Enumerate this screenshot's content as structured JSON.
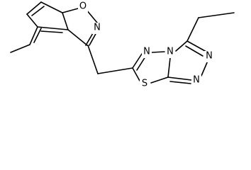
{
  "molecule": {
    "atoms": [
      {
        "id": "N1",
        "symbol": "N"
      },
      {
        "id": "O1",
        "symbol": "O"
      },
      {
        "id": "N2",
        "symbol": "N"
      },
      {
        "id": "N3",
        "symbol": "N"
      },
      {
        "id": "N4",
        "symbol": "N"
      },
      {
        "id": "N5",
        "symbol": "N"
      },
      {
        "id": "S1",
        "symbol": "S"
      }
    ]
  },
  "colors": {
    "bond": "#000000",
    "background": "#ffffff"
  }
}
